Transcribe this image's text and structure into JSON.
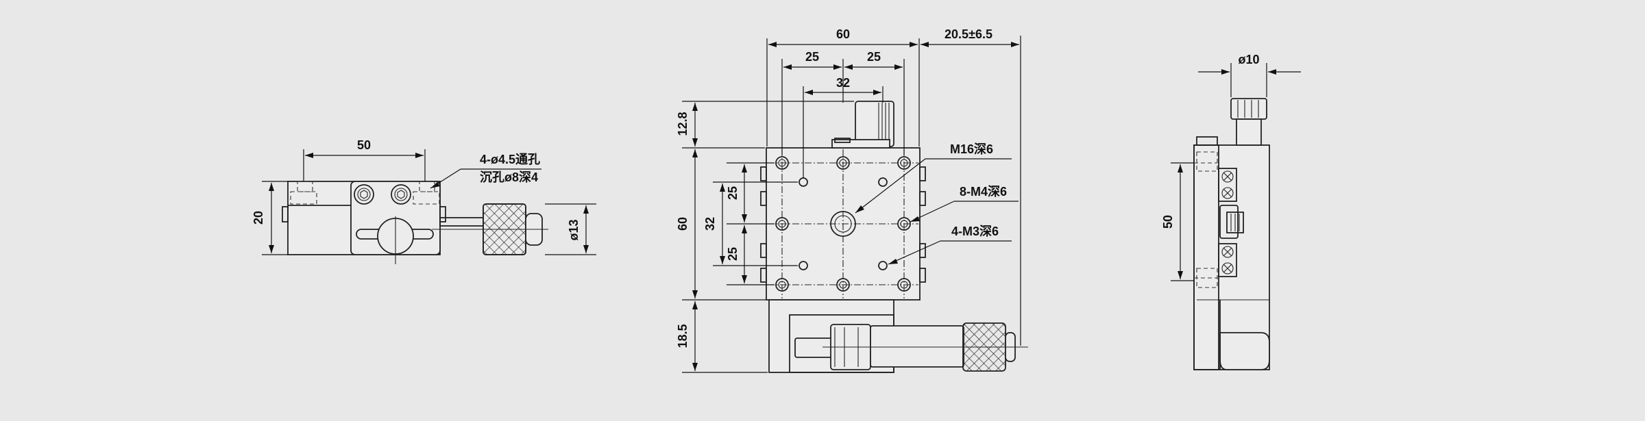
{
  "colors": {
    "background": "#e8e8e8",
    "line": "#222222"
  },
  "left_view": {
    "dim_width": "50",
    "dim_height": "20",
    "dim_knob_dia": "ø13",
    "note_holes_line1": "4-ø4.5通孔",
    "note_holes_line2": "沉孔ø8深4"
  },
  "center_view": {
    "dim_top_width": "60",
    "dim_travel": "20.5±6.5",
    "dim_half_left": "25",
    "dim_half_right": "25",
    "dim_inner": "32",
    "dim_knob_height": "12.8",
    "dim_body_height": "60",
    "dim_base_height": "18.5",
    "dim_v_25_top": "25",
    "dim_v_32": "32",
    "dim_v_25_bottom": "25",
    "note_center_hole": "M16深6",
    "note_m4": "8-M4深6",
    "note_m3": "4-M3深6"
  },
  "right_view": {
    "dim_knob_dia": "ø10",
    "dim_height": "50"
  }
}
